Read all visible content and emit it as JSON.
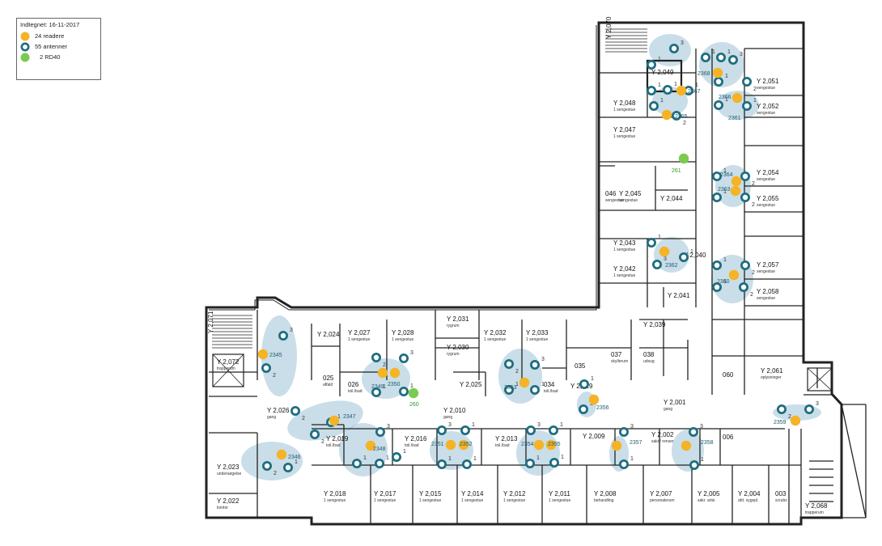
{
  "legend": {
    "title": "Indtegnet: 16-11-2017",
    "items": [
      {
        "label": "24 readere",
        "kind": "reader",
        "color": "#f5b325"
      },
      {
        "label": "55 antenner",
        "kind": "antenna",
        "color": "#1f6e80"
      },
      {
        "label": "2 RD40",
        "kind": "rd40",
        "color": "#7acb4f"
      }
    ]
  },
  "colors": {
    "zone": "#9cc3d6",
    "wall": "#222222",
    "reader": "#f5b325",
    "antenna": "#1f6e80",
    "rd40": "#7acb4f"
  },
  "rooms": [
    {
      "code": "Y 2,051",
      "sub": "sengestue"
    },
    {
      "code": "Y 2,052",
      "sub": "sengestue"
    },
    {
      "code": "Y 2,049",
      "sub": ""
    },
    {
      "code": "Y 2,048",
      "sub": "1 sengestue"
    },
    {
      "code": "Y 2,047",
      "sub": "1 sengestue"
    },
    {
      "code": "Y 2,054",
      "sub": "sengestue"
    },
    {
      "code": "Y 2,055",
      "sub": "sengestue"
    },
    {
      "code": "046",
      "sub": "sengestue"
    },
    {
      "code": "Y 2,045",
      "sub": "sengestue"
    },
    {
      "code": "Y 2,044",
      "sub": ""
    },
    {
      "code": "Y 2,043",
      "sub": "1 sengestue"
    },
    {
      "code": "Y 2,042",
      "sub": "1 sengestue"
    },
    {
      "code": "Y 2,040",
      "sub": ""
    },
    {
      "code": "Y 2,057",
      "sub": "sengestue"
    },
    {
      "code": "Y 2,058",
      "sub": "sengestue"
    },
    {
      "code": "Y 2,041",
      "sub": ""
    },
    {
      "code": "Y 2,024",
      "sub": ""
    },
    {
      "code": "Y 2,027",
      "sub": "1 sengestue"
    },
    {
      "code": "Y 2,028",
      "sub": "1 sengestue"
    },
    {
      "code": "Y 2,031",
      "sub": "rygrum"
    },
    {
      "code": "Y 2,030",
      "sub": "rygrum"
    },
    {
      "code": "Y 2,032",
      "sub": "1 sengestue"
    },
    {
      "code": "Y 2,033",
      "sub": "1 sengestue"
    },
    {
      "code": "Y 2,039",
      "sub": ""
    },
    {
      "code": "Y 2,025",
      "sub": ""
    },
    {
      "code": "025",
      "sub": "affald"
    },
    {
      "code": "026",
      "sub": "toil./bad"
    },
    {
      "code": "037",
      "sub": "skyllerum"
    },
    {
      "code": "038",
      "sub": "udsug"
    },
    {
      "code": "035",
      "sub": ""
    },
    {
      "code": "034",
      "sub": "toil./bad"
    },
    {
      "code": "Y 2,029",
      "sub": ""
    },
    {
      "code": "Y 2,072",
      "sub": "trapperum"
    },
    {
      "code": "Y 2,026",
      "sub": "gang"
    },
    {
      "code": "Y 2,010",
      "sub": "gang"
    },
    {
      "code": "Y 2,019",
      "sub": "toil./bad"
    },
    {
      "code": "Y 2,016",
      "sub": "toil./bad"
    },
    {
      "code": "Y 2,013",
      "sub": "toil./bad"
    },
    {
      "code": "Y 2,009",
      "sub": ""
    },
    {
      "code": "Y 2,002",
      "sub": "sakr./ renser"
    },
    {
      "code": "Y 2,001",
      "sub": "gang"
    },
    {
      "code": "006",
      "sub": ""
    },
    {
      "code": "060",
      "sub": ""
    },
    {
      "code": "Y 2,061",
      "sub": "oplysninger"
    },
    {
      "code": "Y 2,023",
      "sub": "undersøgelse"
    },
    {
      "code": "Y 2,022",
      "sub": "kontor"
    },
    {
      "code": "Y 2,018",
      "sub": "1 sengestue"
    },
    {
      "code": "Y 2,017",
      "sub": "1 sengestue"
    },
    {
      "code": "Y 2,015",
      "sub": "1 sengestue"
    },
    {
      "code": "Y 2,014",
      "sub": "1 sengestue"
    },
    {
      "code": "Y 2,012",
      "sub": "1 sengestue"
    },
    {
      "code": "Y 2,011",
      "sub": "1 sengestue"
    },
    {
      "code": "Y 2,008",
      "sub": "behandling"
    },
    {
      "code": "Y 2,007",
      "sub": "personalerum"
    },
    {
      "code": "Y 2,005",
      "sub": "sakr. artsi."
    },
    {
      "code": "Y 2,004",
      "sub": "afd. sygepl."
    },
    {
      "code": "003",
      "sub": "scrubs"
    },
    {
      "code": "Y 2,068",
      "sub": "trapperum"
    },
    {
      "code": "Y 2,070",
      "sub": ""
    },
    {
      "code": "Y 2,071",
      "sub": ""
    }
  ],
  "readers": [
    {
      "id": "2367"
    },
    {
      "id": "2365"
    },
    {
      "id": "2368"
    },
    {
      "id": "2366"
    },
    {
      "id": "2364"
    },
    {
      "id": "2363"
    },
    {
      "id": "2362"
    },
    {
      "id": "2360"
    },
    {
      "id": "2345"
    },
    {
      "id": "2347"
    },
    {
      "id": "2346"
    },
    {
      "id": "2349"
    },
    {
      "id": "2350"
    },
    {
      "id": "2348"
    },
    {
      "id": "2353"
    },
    {
      "id": "2356"
    },
    {
      "id": "2351"
    },
    {
      "id": "2352"
    },
    {
      "id": "2354"
    },
    {
      "id": "2355"
    },
    {
      "id": "2357"
    },
    {
      "id": "2358"
    },
    {
      "id": "2359"
    },
    {
      "id": "2361"
    }
  ],
  "rd40": [
    {
      "id": "261"
    },
    {
      "id": "260"
    }
  ],
  "antenna_labels": [
    "1",
    "2",
    "3"
  ]
}
